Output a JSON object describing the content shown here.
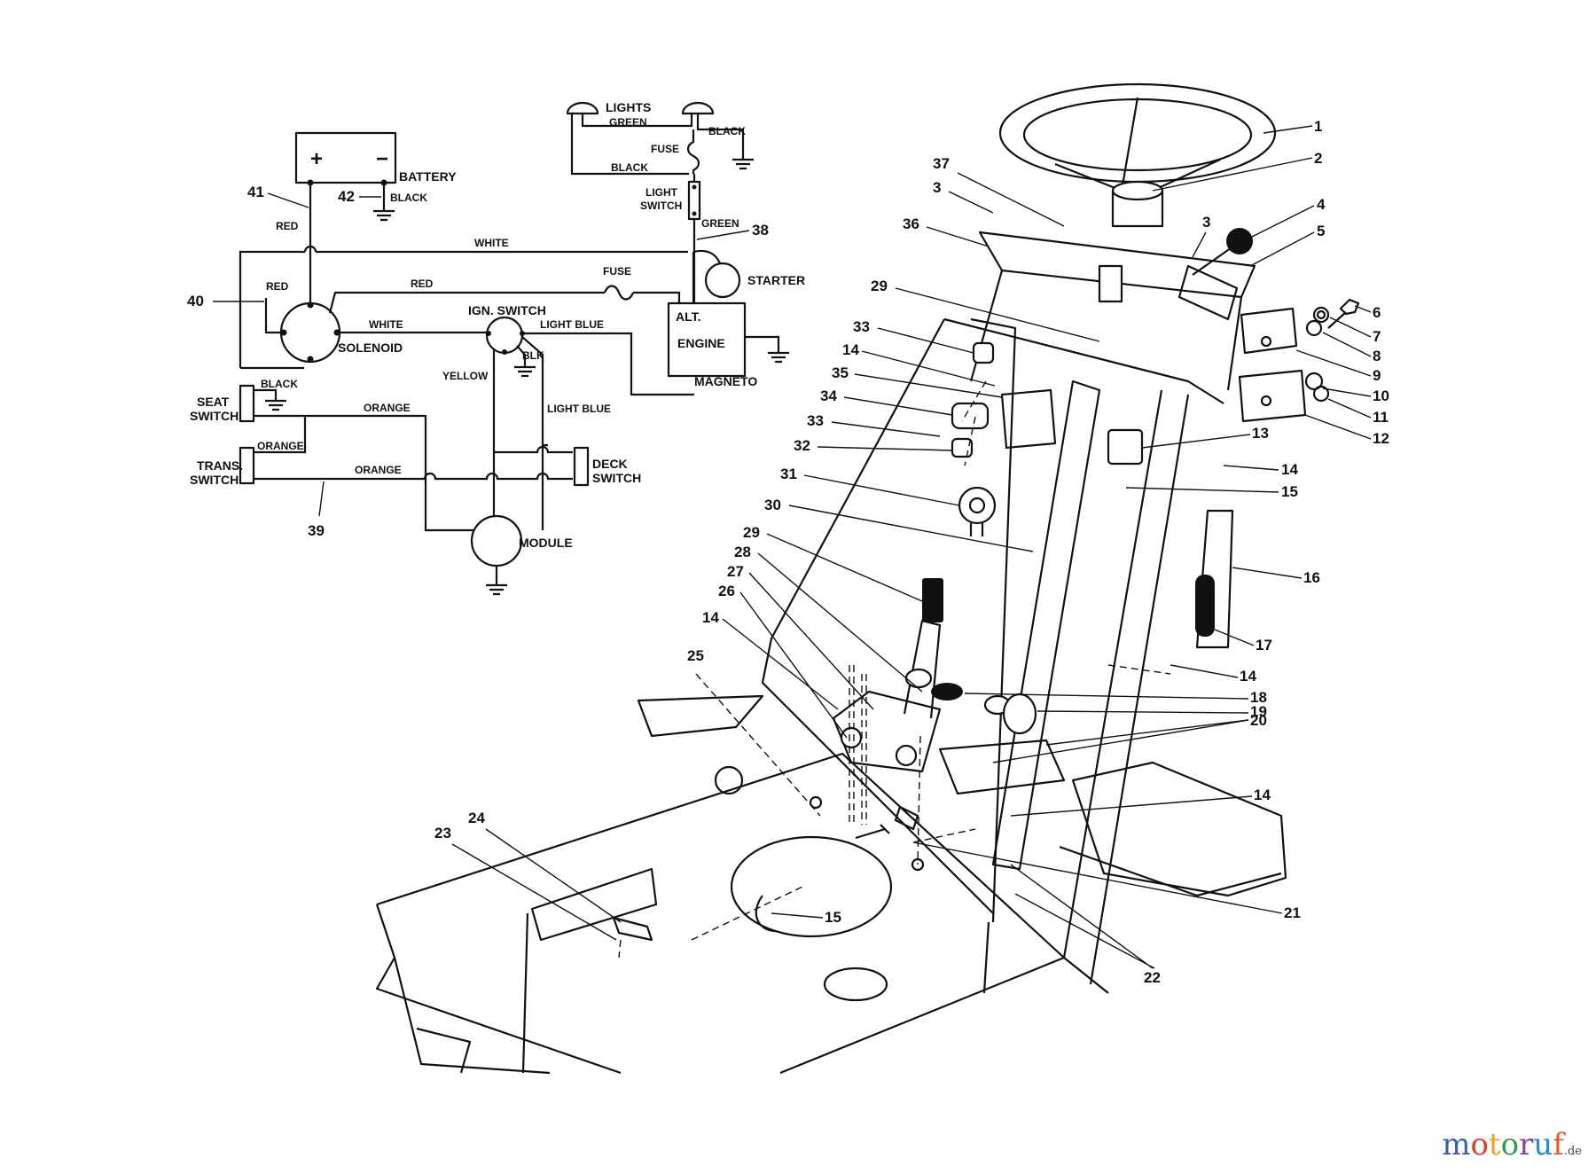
{
  "wiring": {
    "components": {
      "battery": "BATTERY",
      "plus": "+",
      "minus": "−",
      "lights": "LIGHTS",
      "fuse_lights": "FUSE",
      "light_switch": [
        "LIGHT",
        "SWITCH"
      ],
      "starter": "STARTER",
      "fuse_main": "FUSE",
      "solenoid": "SOLENOID",
      "ign_switch": "IGN. SWITCH",
      "alt": "ALT.",
      "engine": "ENGINE",
      "magneto": "MAGNETO",
      "seat_switch": [
        "SEAT",
        "SWITCH"
      ],
      "trans_switch": [
        "TRANS.",
        "SWITCH"
      ],
      "deck_switch": [
        "DECK",
        "SWITCH"
      ],
      "module": "MODULE",
      "blk": "BLK"
    },
    "wires": {
      "green_top": "GREEN",
      "black_lights_r": "BLACK",
      "black_lights_l": "BLACK",
      "green_sw": "GREEN",
      "black_batt": "BLACK",
      "red_batt": "RED",
      "white_top": "WHITE",
      "red_left": "RED",
      "red_mid": "RED",
      "white_mid": "WHITE",
      "light_blue_top": "LIGHT BLUE",
      "yellow": "YELLOW",
      "light_blue_v": "LIGHT BLUE",
      "black_seat": "BLACK",
      "orange_top": "ORANGE",
      "orange_trans": "ORANGE",
      "orange_bottom": "ORANGE"
    },
    "callouts": [
      "41",
      "42",
      "38",
      "40",
      "39"
    ]
  },
  "parts": {
    "callouts": [
      "1",
      "2",
      "37",
      "3",
      "36",
      "3",
      "4",
      "5",
      "6",
      "7",
      "8",
      "9",
      "10",
      "11",
      "12",
      "29",
      "33",
      "14",
      "35",
      "34",
      "33",
      "32",
      "31",
      "30",
      "13",
      "14",
      "15",
      "16",
      "17",
      "29",
      "28",
      "27",
      "26",
      "14",
      "25",
      "18",
      "19",
      "20",
      "14",
      "21",
      "22",
      "23",
      "24",
      "15",
      "14"
    ]
  },
  "watermark": {
    "brand": "motoruf",
    "suffix": ".de",
    "colors": [
      "#3a5fa8",
      "#e23a2e",
      "#f0a11e",
      "#2f9e4a",
      "#8a3fa0",
      "#1d8fcf",
      "#e8582a"
    ]
  }
}
